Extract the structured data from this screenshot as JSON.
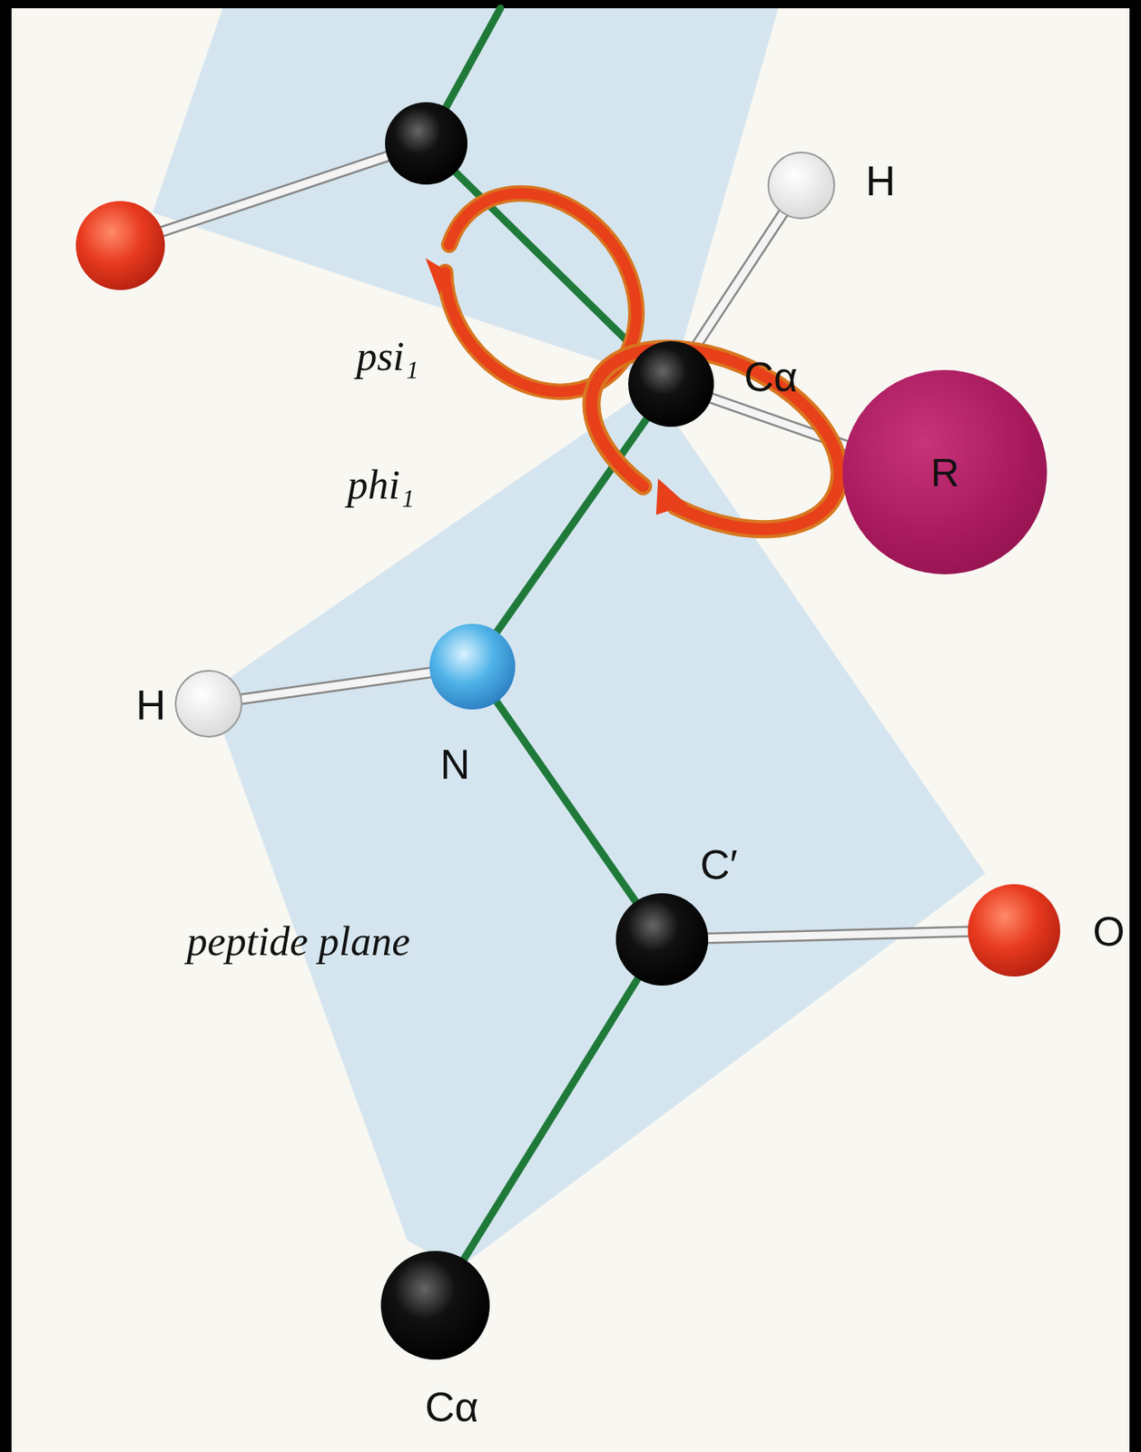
{
  "diagram": {
    "nodes": [
      {
        "text": [
          "R"
        ]
      }
    ],
    "labels": [
      "H",
      "psi₁",
      "Cα",
      "phi₁",
      "H",
      "N",
      "C′",
      "peptide plane",
      "O",
      "Cα"
    ]
  }
}
